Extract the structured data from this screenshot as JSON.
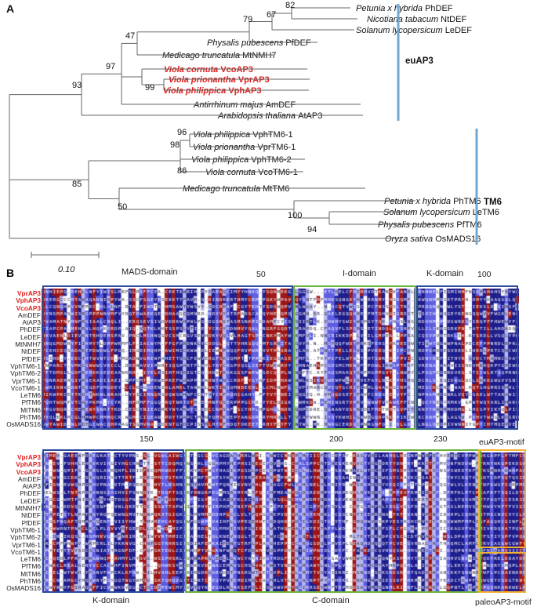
{
  "panelA": {
    "label": "A",
    "scale": "0.10",
    "clades": [
      {
        "name": "euAP3",
        "color": "#6fa8d4"
      },
      {
        "name": "TM6",
        "color": "#6fa8d4"
      }
    ],
    "bootstraps": [
      "82",
      "67",
      "79",
      "47",
      "97",
      "93",
      "99",
      "96",
      "98",
      "86",
      "85",
      "50",
      "100",
      "94"
    ],
    "taxa": [
      {
        "species": "Petunia x hybrida",
        "gene": "PhDEF",
        "highlight": false
      },
      {
        "species": "Nicotiana tabacum",
        "gene": "NtDEF",
        "highlight": false
      },
      {
        "species": "Solanum lycopersicum",
        "gene": "LeDEF",
        "highlight": false
      },
      {
        "species": "Physalis pubescens",
        "gene": "PfDEF",
        "highlight": false
      },
      {
        "species": "Medicago truncatula",
        "gene": "MtNMH7",
        "highlight": false
      },
      {
        "species": "Viola cornuta",
        "gene": "VcoAP3",
        "highlight": true
      },
      {
        "species": "Viola prionantha",
        "gene": "VprAP3",
        "highlight": true
      },
      {
        "species": "Viola philippica",
        "gene": "VphAP3",
        "highlight": true
      },
      {
        "species": "Antirrhinum majus",
        "gene": "AmDEF",
        "highlight": false
      },
      {
        "species": "Arabidopsis thaliana",
        "gene": "AtAP3",
        "highlight": false
      },
      {
        "species": "Viola philippica",
        "gene": "VphTM6-1",
        "highlight": false
      },
      {
        "species": "Viola prionantha",
        "gene": "VprTM6-1",
        "highlight": false
      },
      {
        "species": "Viola philippica",
        "gene": "VphTM6-2",
        "highlight": false
      },
      {
        "species": "Viola cornuta",
        "gene": "VcoTM6-1",
        "highlight": false
      },
      {
        "species": "Medicago truncatula",
        "gene": "MtTM6",
        "highlight": false
      },
      {
        "species": "Petunia x hybrida",
        "gene": "PhTM6",
        "highlight": false
      },
      {
        "species": "Solanum lycopersicum",
        "gene": "LeTM6",
        "highlight": false
      },
      {
        "species": "Physalis pubescens",
        "gene": "PfTM6",
        "highlight": false
      },
      {
        "species": "Oryza sativa",
        "gene": "OsMADS16",
        "highlight": false
      }
    ]
  },
  "panelB": {
    "label": "B",
    "sequences": [
      "VprAP3",
      "VphAP3",
      "VcoAP3",
      "AmDEF",
      "AtAP3",
      "PhDEF",
      "LeDEF",
      "MtNMH7",
      "NtDEF",
      "PfDEF",
      "VphTM6-1",
      "VphTM6-2",
      "VprTM6-1",
      "VcoTM6-1",
      "LeTM6",
      "PfTM6",
      "MtTM6",
      "PhTM6",
      "OsMADS16"
    ],
    "highlighted_count": 3,
    "top_block": {
      "domains": [
        "MADS-domain",
        "I-domain",
        "K-domain"
      ],
      "positions": [
        "50",
        "100"
      ]
    },
    "bottom_block": {
      "domains_bottom": [
        "K-domain",
        "C-domain",
        "paleoAP3-motif"
      ],
      "domains_top": [
        "euAP3-motif"
      ],
      "positions": [
        "150",
        "200",
        "230"
      ]
    },
    "colors": {
      "navy": "#1c1c8c",
      "blue": "#5c5ce0",
      "lightblue": "#b8b8f0",
      "red": "#9c1414",
      "white": "#ffffff"
    },
    "box_colors": {
      "blue": "#2a4a9a",
      "green": "#6bb33a",
      "orange": "#f2b233"
    }
  }
}
